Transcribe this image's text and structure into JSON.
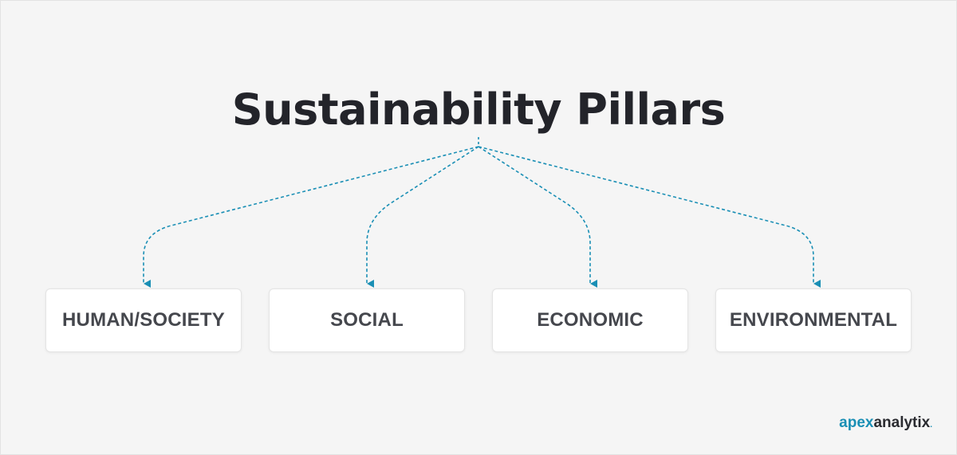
{
  "title": "Sustainability Pillars",
  "pillars": [
    {
      "label": "HUMAN/SOCIETY"
    },
    {
      "label": "SOCIAL"
    },
    {
      "label": "ECONOMIC"
    },
    {
      "label": "ENVIRONMENTAL"
    }
  ],
  "logo": {
    "part1": "apex",
    "part2": "analytix",
    "mark": "."
  },
  "colors": {
    "background": "#f5f5f5",
    "connector": "#1a8fb5",
    "title": "#23242a",
    "label": "#45474d",
    "box": "#ffffff"
  }
}
